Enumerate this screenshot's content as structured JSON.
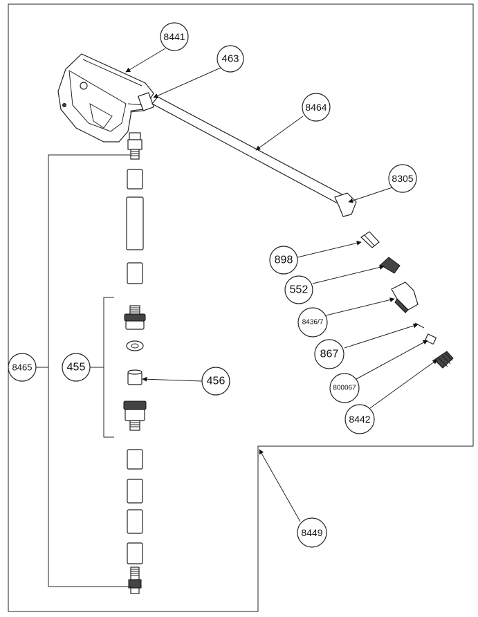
{
  "diagram": {
    "callouts": {
      "c8441": "8441",
      "c463": "463",
      "c8464": "8464",
      "c8305": "8305",
      "c898": "898",
      "c552": "552",
      "c8436_7": "8436/7",
      "c867": "867",
      "c800067": "800067",
      "c8442": "8442",
      "c8449": "8449",
      "c8465": "8465",
      "c455": "455",
      "c456": "456"
    }
  }
}
